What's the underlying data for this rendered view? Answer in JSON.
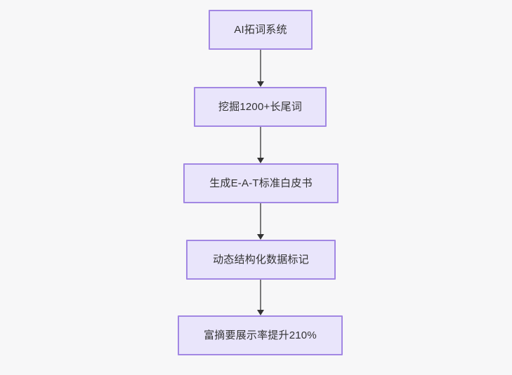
{
  "diagram": {
    "type": "flowchart",
    "direction": "top-to-bottom",
    "title": "",
    "background_color": "#f7f7f8",
    "node_fill_color": "#e9e5fb",
    "node_border_color": "#a287e3",
    "node_text_color": "#333333",
    "edge_color": "#7a7a7a",
    "arrowhead_color": "#333333",
    "nodes": [
      {
        "id": "n1",
        "label": "AI拓词系统"
      },
      {
        "id": "n2",
        "label": "挖掘1200+长尾词"
      },
      {
        "id": "n3",
        "label": "生成E-A-T标准白皮书"
      },
      {
        "id": "n4",
        "label": "动态结构化数据标记"
      },
      {
        "id": "n5",
        "label": "富摘要展示率提升210%"
      }
    ],
    "edges": [
      {
        "id": "e1",
        "from": "n1",
        "to": "n2",
        "label": ""
      },
      {
        "id": "e2",
        "from": "n2",
        "to": "n3",
        "label": ""
      },
      {
        "id": "e3",
        "from": "n3",
        "to": "n4",
        "label": ""
      },
      {
        "id": "e4",
        "from": "n4",
        "to": "n5",
        "label": ""
      }
    ]
  }
}
